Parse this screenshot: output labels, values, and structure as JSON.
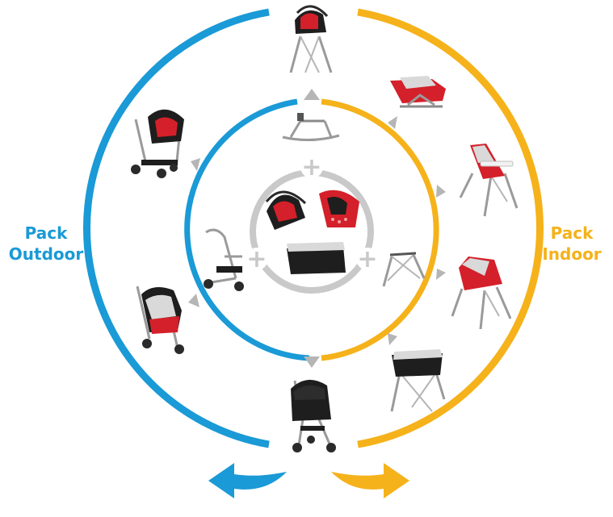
{
  "colors": {
    "outdoor": "#1a9ad6",
    "indoor": "#f5b21a",
    "core_ring": "#c9c9c9",
    "product_red": "#d4202a",
    "product_black": "#1e1e1e",
    "frame_gray": "#8a8a8a"
  },
  "labels": {
    "outdoor_word1": "Pack",
    "outdoor_word2": "Outdoor",
    "indoor_word1": "Pack",
    "indoor_word2": "Indoor"
  },
  "core_symbols": {
    "plus": "+"
  },
  "products": [
    "car-seat-on-stand",
    "bouncer-on-rocker",
    "high-chair-red",
    "recliner-chair-red",
    "bassinet-on-stand",
    "stroller-with-carrycot",
    "stroller-with-reversible-seat",
    "stroller-with-car-seat",
    "rocker-base",
    "foldable-stand",
    "stroller-chassis",
    "car-seat",
    "bouncer-seat",
    "carrycot"
  ],
  "icons": {
    "arrow_triangle": "triangle-icon",
    "return_arrow": "curved-arrow-icon"
  }
}
